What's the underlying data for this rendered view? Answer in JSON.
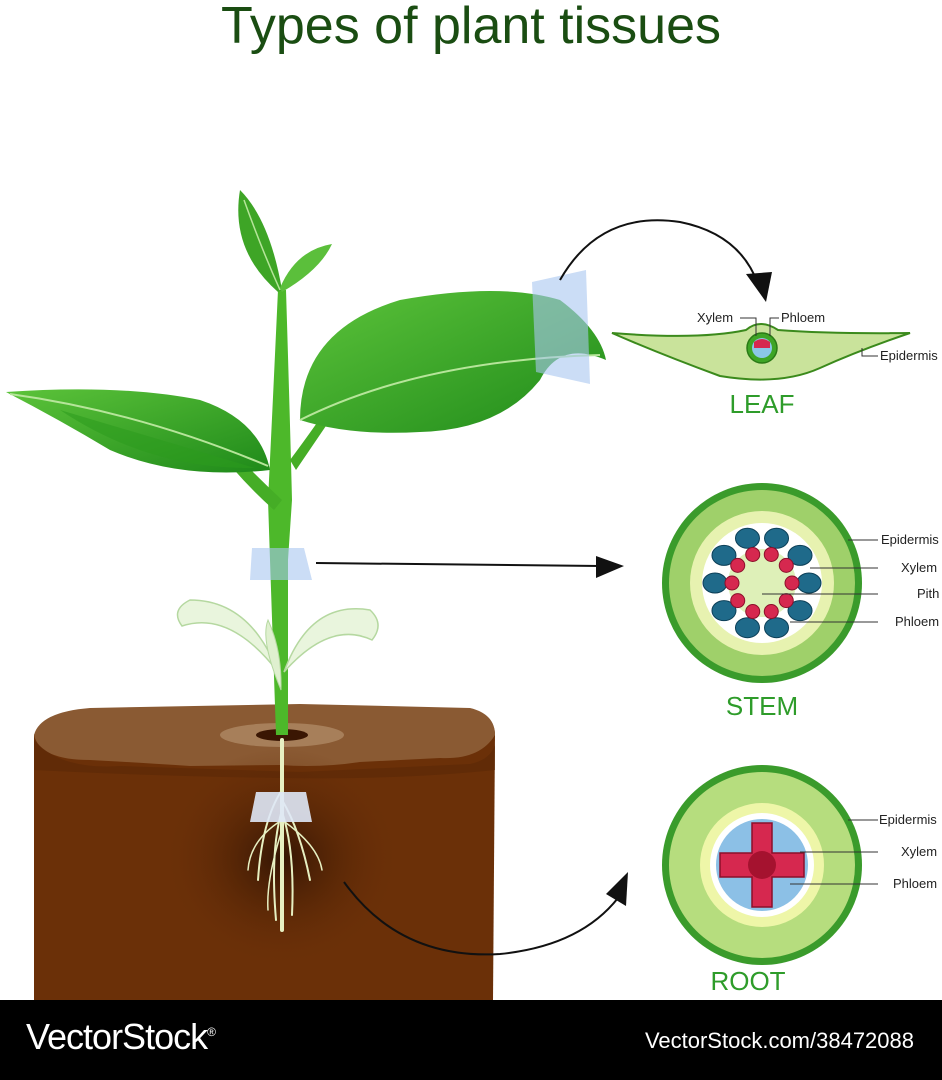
{
  "title": "Types of plant tissues",
  "leaf": {
    "caption": "LEAF",
    "labels": {
      "xylem": "Xylem",
      "phloem": "Phloem",
      "epidermis": "Epidermis"
    }
  },
  "stem": {
    "caption": "STEM",
    "labels": {
      "epidermis": "Epidermis",
      "xylem": "Xylem",
      "pith": "Pith",
      "phloem": "Phloem"
    }
  },
  "root": {
    "caption": "ROOT",
    "labels": {
      "epidermis": "Epidermis",
      "xylem": "Xylem",
      "phloem": "Phloem"
    }
  },
  "footer": {
    "brand": "VectorStock",
    "registered": "®",
    "image_id": "VectorStock.com/38472088"
  },
  "colors": {
    "title": "#1a4d12",
    "caption": "#2e9c2a",
    "leaf_green": "#3aa61f",
    "soil": "#6b3008",
    "soil_top": "#8a5a33"
  }
}
